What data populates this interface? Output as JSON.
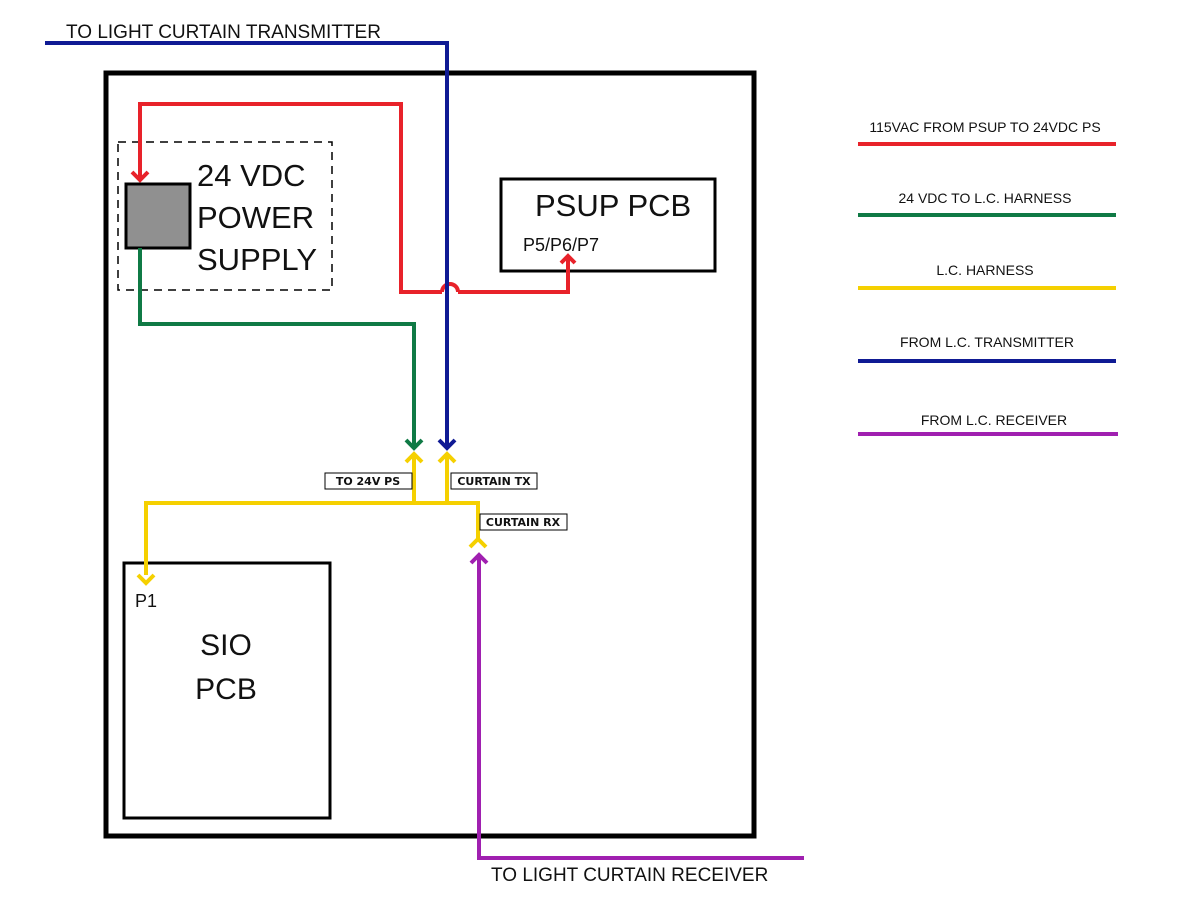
{
  "labels": {
    "top_transmitter": "TO LIGHT CURTAIN TRANSMITTER",
    "bottom_receiver": "TO LIGHT CURTAIN RECEIVER",
    "power_supply_line1": "24 VDC",
    "power_supply_line2": "POWER",
    "power_supply_line3": "SUPPLY",
    "psup_title": "PSUP PCB",
    "psup_port": "P5/P6/P7",
    "sio_line1": "SIO",
    "sio_line2": "PCB",
    "sio_port": "P1",
    "tag_to_24v": "TO 24V PS",
    "tag_curtain_tx": "CURTAIN TX",
    "tag_curtain_rx": "CURTAIN RX"
  },
  "legend": [
    {
      "label": "115VAC FROM PSUP TO 24VDC PS",
      "color": "#e8222a"
    },
    {
      "label": "24 VDC TO L.C. HARNESS",
      "color": "#0f7a45"
    },
    {
      "label": "L.C. HARNESS",
      "color": "#f5d000"
    },
    {
      "label": "FROM L.C. TRANSMITTER",
      "color": "#0f1a94"
    },
    {
      "label": "FROM L.C. RECEIVER",
      "color": "#a020b0"
    }
  ],
  "colors": {
    "red": "#e8222a",
    "green": "#0f7a45",
    "yellow": "#f5d000",
    "blue": "#0f1a94",
    "purple": "#a020b0",
    "power_block": "#909090"
  }
}
